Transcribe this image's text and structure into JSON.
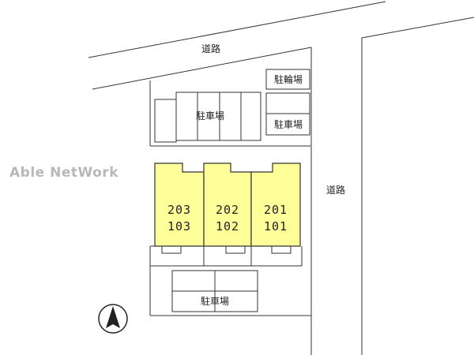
{
  "watermark": "Able NetWork",
  "roads": {
    "top": "道路",
    "right": "道路"
  },
  "facilities": {
    "bicycle_parking": "駐輪場",
    "parking_top": "駐車場",
    "parking_right": "駐車場",
    "parking_bottom": "駐車場"
  },
  "units": [
    {
      "upper": "203",
      "lower": "103"
    },
    {
      "upper": "202",
      "lower": "102"
    },
    {
      "upper": "201",
      "lower": "101"
    }
  ],
  "colors": {
    "building_fill": "#ffff99",
    "line": "#333333",
    "watermark": "#b8b8b8"
  },
  "compass": "north-arrow-icon"
}
